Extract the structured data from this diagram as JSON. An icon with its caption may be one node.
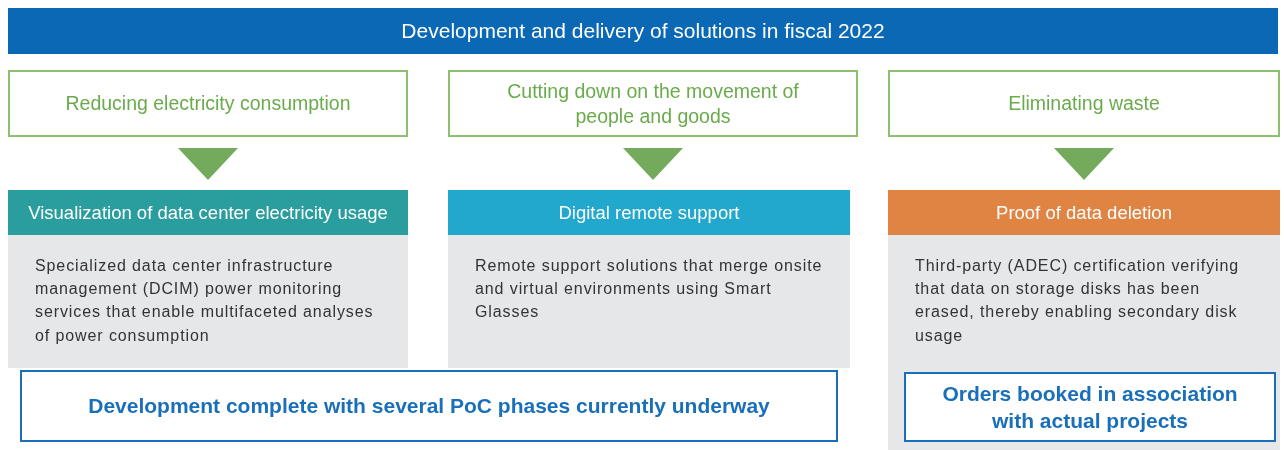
{
  "diagram": {
    "nodes": [
      {
        "text": [
          "Development and delivery of solutions in fiscal 2022"
        ]
      },
      {
        "text": [
          "Reducing electricity consumption"
        ]
      },
      {
        "text": [
          "Cutting down on the movement of people and goods"
        ]
      },
      {
        "text": [
          "Eliminating waste"
        ]
      },
      {
        "text": [
          "Visualization of data center electricity usage",
          "Specialized data center infrastructure management (DCIM) power monitoring services that enable multifaceted analyses of power consumption"
        ]
      },
      {
        "text": [
          "Digital remote support",
          "Remote support solutions that merge onsite and virtual environments using Smart Glasses"
        ]
      },
      {
        "text": [
          "Proof of data deletion",
          "Third-party (ADEC) certification verifying that data on storage disks has been erased, thereby enabling secondary disk usage"
        ]
      },
      {
        "text": [
          "Development complete with several PoC phases currently underway"
        ]
      },
      {
        "text": [
          "Orders booked in association with actual projects"
        ],
        "in": 6
      }
    ],
    "edges": [
      {
        "from": 1,
        "to": 4,
        "arrow": "to"
      },
      {
        "from": 2,
        "to": 5,
        "arrow": "to"
      },
      {
        "from": 3,
        "to": 6,
        "arrow": "to"
      }
    ]
  }
}
